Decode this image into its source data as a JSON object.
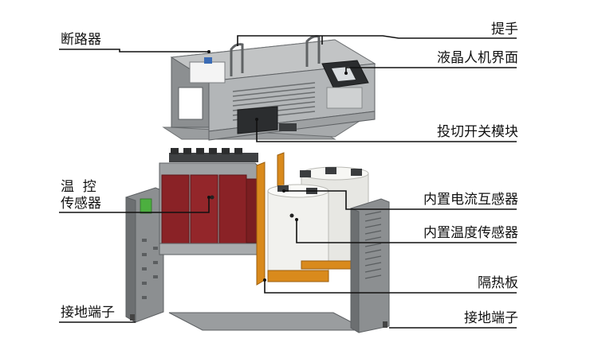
{
  "labels": {
    "circuit_breaker": "断路器",
    "handle": "提手",
    "lcd_interface": "液晶人机界面",
    "switching_module": "投切开关模块",
    "temp_sensor_line1": "温  控",
    "temp_sensor_line2": "传感器",
    "builtin_ct": "内置电流互感器",
    "builtin_temp_sensor": "内置温度传感器",
    "heat_shield": "隔热板",
    "ground_terminal_left": "接地端子",
    "ground_terminal_right": "接地端子"
  },
  "colors": {
    "frame_gray": "#8c8f91",
    "frame_dark": "#5d6063",
    "reactor_red": "#8a2226",
    "capacitor_white": "#f1f1ee",
    "insulation_orange": "#d98a1c",
    "leader_line": "#111111"
  }
}
